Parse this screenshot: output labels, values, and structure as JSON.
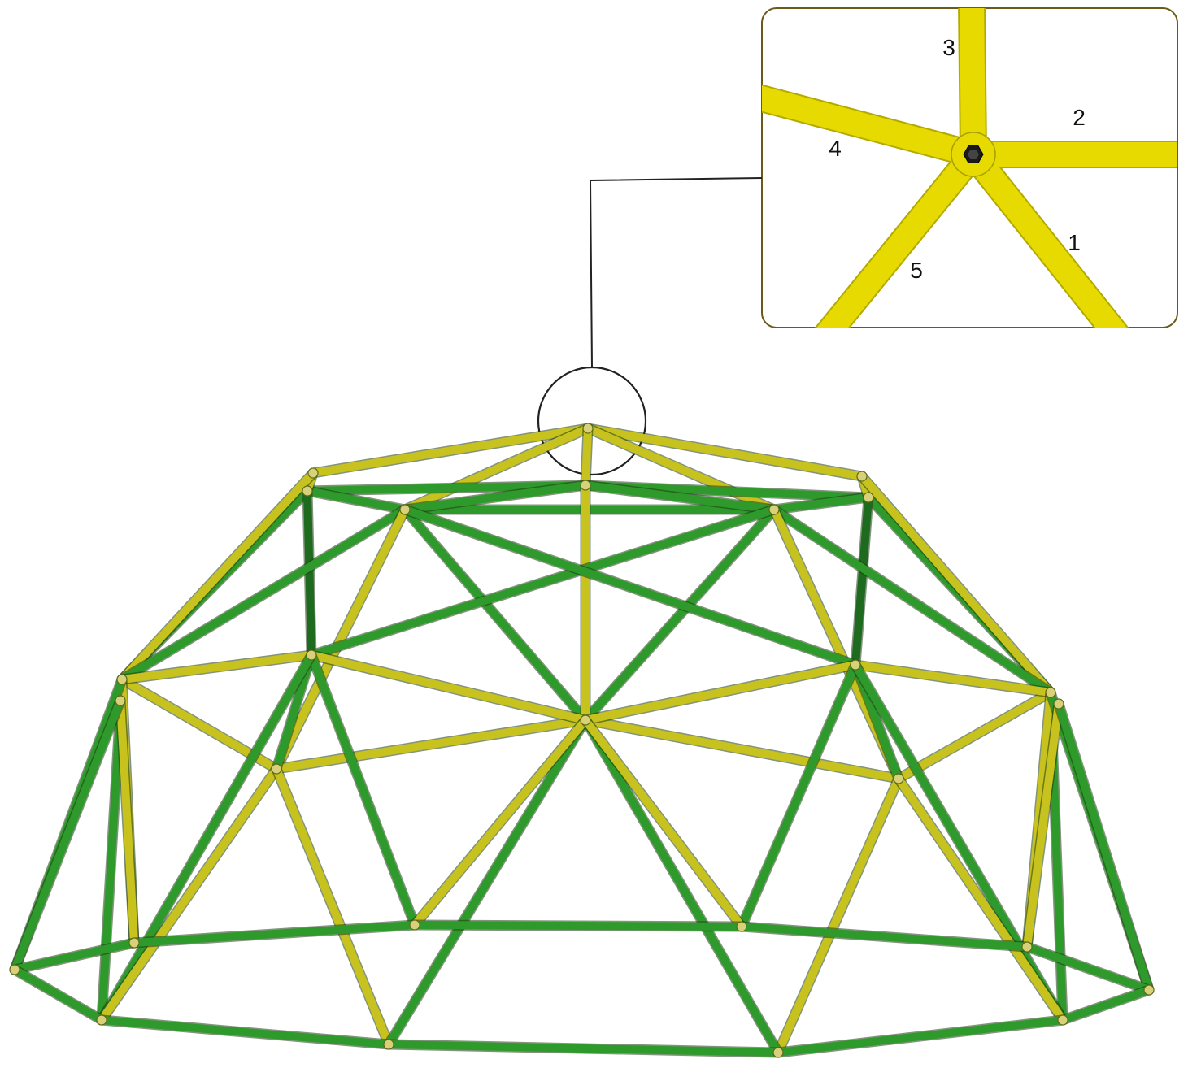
{
  "diagram": {
    "callout": {
      "strut_labels": [
        {
          "id": "1",
          "text": "1"
        },
        {
          "id": "2",
          "text": "2"
        },
        {
          "id": "3",
          "text": "3"
        },
        {
          "id": "4",
          "text": "4"
        },
        {
          "id": "5",
          "text": "5"
        }
      ]
    },
    "colors": {
      "green": "#2E9A2B",
      "green_dark": "#1E6B1F",
      "yellow": "#C7C21E",
      "yellow_bright": "#E6DA00",
      "outline": "#2b2b2b"
    }
  }
}
